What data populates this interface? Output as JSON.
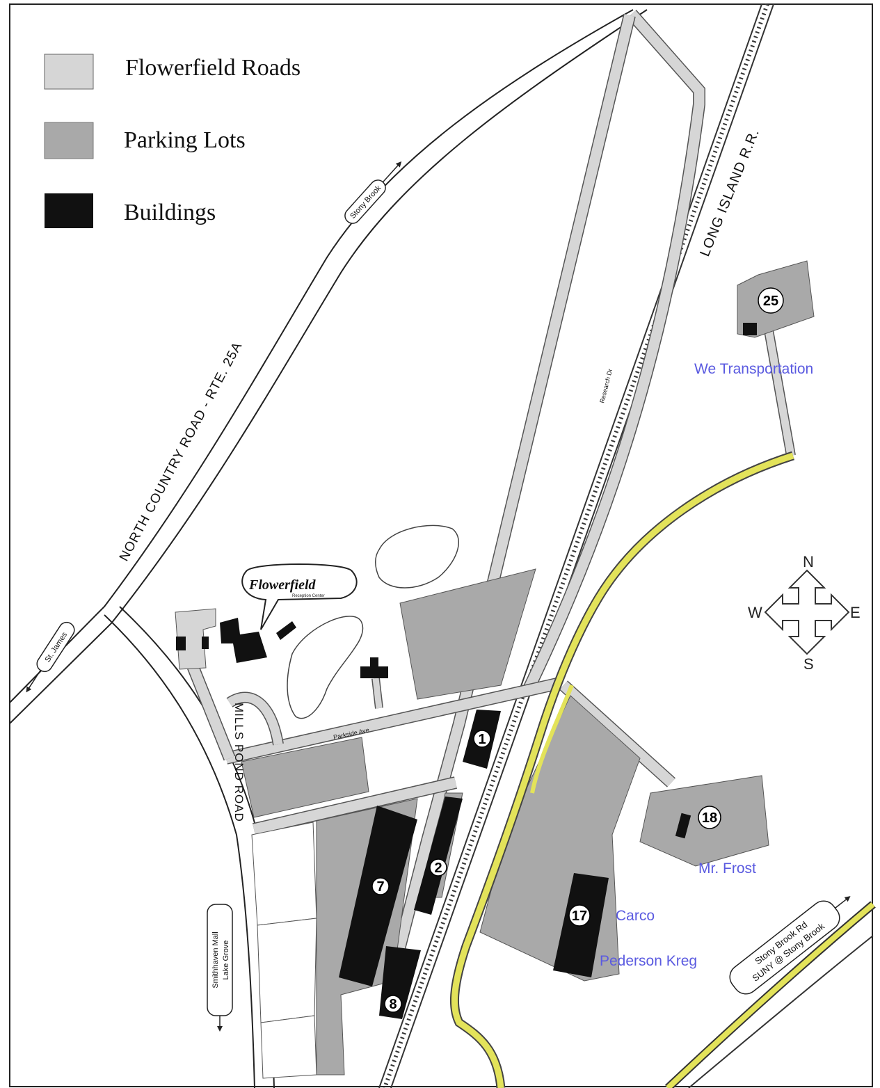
{
  "legend": {
    "items": [
      {
        "label": "Flowerfield Roads",
        "swatch": "#d6d6d6"
      },
      {
        "label": "Parking Lots",
        "swatch": "#a9a9a9"
      },
      {
        "label": "Buildings",
        "swatch": "#111111"
      }
    ]
  },
  "roads": {
    "north_country": "NORTH COUNTRY ROAD - RTE. 25A",
    "mills_pond": "MILLS POND ROAD",
    "railroad": "LONG ISLAND R.R.",
    "stony_brook_sign": "Stony Brook",
    "st_james_sign": "St. James",
    "smithhaven_sign_1": "Smithhaven Mall",
    "smithhaven_sign_2": "Lake Grove",
    "sbu_sign_1": "Stony Brook Rd",
    "sbu_sign_2": "SUNY @ Stony Brook",
    "parkside_label": "Parkside Ave",
    "internal_label": "Research Dr"
  },
  "logo": {
    "text": "Flowerfield",
    "subtext": "Reception Center"
  },
  "buildings": {
    "b1": "1",
    "b2": "2",
    "b7": "7",
    "b8": "8",
    "b17": "17",
    "b18": "18",
    "b25": "25"
  },
  "tenants": {
    "we_transportation": "We Transportation",
    "mr_frost": "Mr. Frost",
    "carco": "Carco",
    "pederson_kreg": "Pederson Kreg"
  },
  "compass": {
    "n": "N",
    "s": "S",
    "e": "E",
    "w": "W"
  },
  "colors": {
    "road": "#d6d6d6",
    "parking": "#a9a9a9",
    "building": "#111111",
    "highlight": "#e3e35a",
    "tenant_text": "#5a5ae0"
  }
}
